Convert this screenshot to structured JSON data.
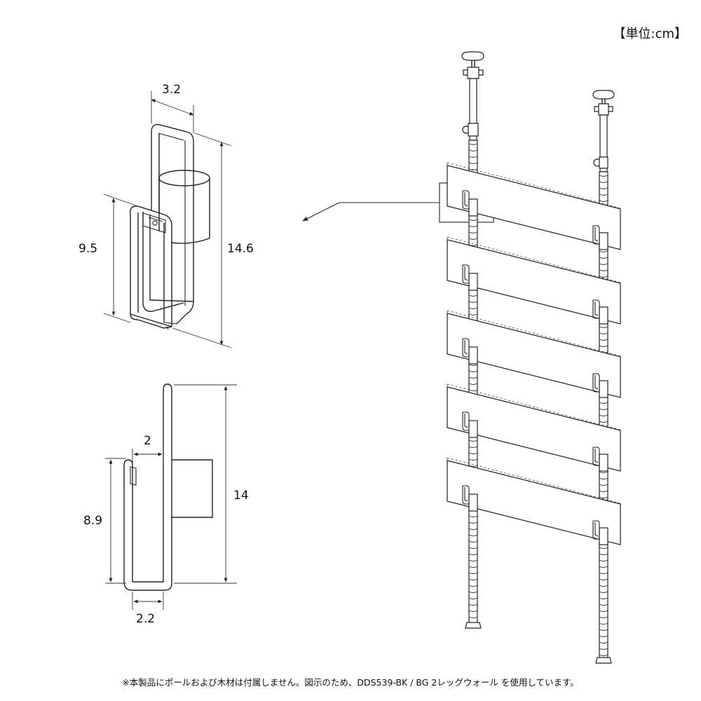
{
  "unit_label": "【単位:cm】",
  "dimensions": {
    "top_width": "3.2",
    "top_height_inner": "9.5",
    "top_height_outer": "14.6",
    "side_gap": "2",
    "side_height_inner": "8.9",
    "side_height_outer": "14",
    "side_bottom": "2.2"
  },
  "footnote": "※本製品にポールおよび木材は付属しません。図示のため、DDS539-BK / BG 2レッグウォール を使用しています。"
}
